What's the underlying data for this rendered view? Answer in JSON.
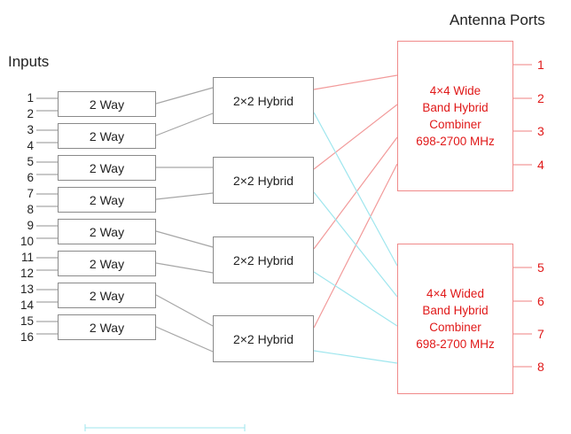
{
  "header": {
    "inputs_title": "Inputs",
    "ports_title": "Antenna Ports"
  },
  "inputs": [
    "1",
    "2",
    "3",
    "4",
    "5",
    "6",
    "7",
    "8",
    "9",
    "10",
    "11",
    "12",
    "13",
    "14",
    "15",
    "16"
  ],
  "splitters": [
    "2 Way",
    "2 Way",
    "2 Way",
    "2 Way",
    "2 Way",
    "2 Way",
    "2 Way",
    "2 Way"
  ],
  "hybrids": [
    "2×2 Hybrid",
    "2×2 Hybrid",
    "2×2 Hybrid",
    "2×2 Hybrid"
  ],
  "combiners": [
    {
      "lines": [
        "4×4 Wide",
        "Band Hybrid",
        "Combiner",
        "698-2700 MHz"
      ],
      "ports": [
        "1",
        "2",
        "3",
        "4"
      ]
    },
    {
      "lines": [
        "4×4 Wided",
        "Band Hybrid",
        "Combiner",
        "698-2700 MHz"
      ],
      "ports": [
        "5",
        "6",
        "7",
        "8"
      ]
    }
  ],
  "colors": {
    "gray_line": "#a6a6a6",
    "red_line": "#f29a9a",
    "cyan_line": "#9fe6ee",
    "text_red": "#e01818"
  }
}
